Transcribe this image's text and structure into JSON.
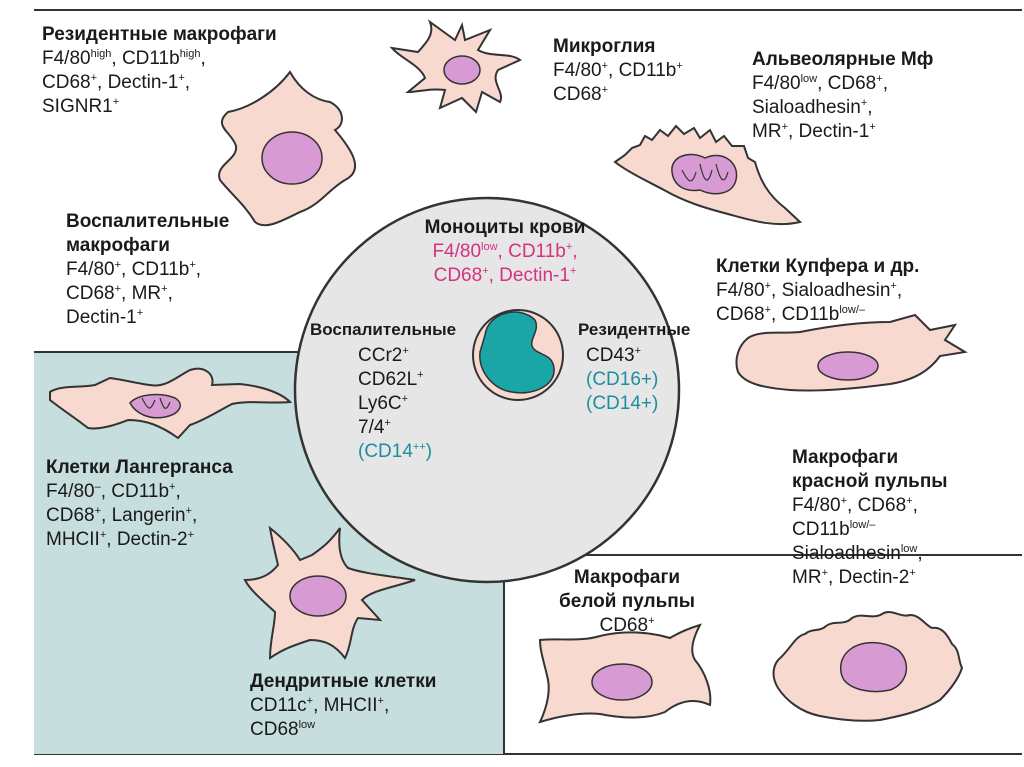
{
  "colors": {
    "cell_fill": "#f7d9cf",
    "nucleus_fill": "#d79ad2",
    "monocyte_nucleus": "#1aa6a6",
    "circle_fill": "#e6e6e6",
    "panel_fill": "#c6dedd",
    "pink_text": "#d6317e",
    "teal_text": "#1b8fa0"
  },
  "resident_macrophages": {
    "title": "Резидентные макрофаги",
    "l1a": "F4/80",
    "l1a_sup": "high",
    "l1b": ", CD11b",
    "l1b_sup": "high",
    "l1c": ",",
    "l2a": "CD68",
    "l2a_sup": "+",
    "l2b": ", Dectin-1",
    "l2b_sup": "+",
    "l2c": ",",
    "l3a": "SIGNR1",
    "l3a_sup": "+"
  },
  "microglia": {
    "title": "Микроглия",
    "l1a": "F4/80",
    "l1a_sup": "+",
    "l1b": ", CD11b",
    "l1b_sup": "+",
    "l2a": "CD68",
    "l2a_sup": "+"
  },
  "alveolar": {
    "title": "Альвеолярные Мф",
    "l1a": "F4/80",
    "l1a_sup": "low",
    "l1b": ", CD68",
    "l1b_sup": "+",
    "l1c": ",",
    "l2a": "Sialoadhesin",
    "l2a_sup": "+",
    "l2b": ",",
    "l3a": "MR",
    "l3a_sup": "+",
    "l3b": ", Dectin-1",
    "l3b_sup": "+"
  },
  "inflammatory_macrophages": {
    "title1": "Воспалительные",
    "title2": "макрофаги",
    "l1a": "F4/80",
    "l1a_sup": "+",
    "l1b": ", CD11b",
    "l1b_sup": "+",
    "l1c": ",",
    "l2a": "CD68",
    "l2a_sup": "+",
    "l2b": ", MR",
    "l2b_sup": "+",
    "l2c": ",",
    "l3a": "Dectin-1",
    "l3a_sup": "+"
  },
  "kupffer": {
    "title": "Клетки Купфера и др.",
    "l1a": "F4/80",
    "l1a_sup": "+",
    "l1b": ", Sialoadhesin",
    "l1b_sup": "+",
    "l1c": ",",
    "l2a": "CD68",
    "l2a_sup": "+",
    "l2b": ", CD11b",
    "l2b_sup": "low/–"
  },
  "blood_monocytes": {
    "title": "Моноциты крови",
    "l1a": "F4/80",
    "l1a_sup": "low",
    "l1b": ", CD11b",
    "l1b_sup": "+",
    "l1c": ",",
    "l2a": "CD68",
    "l2a_sup": "+",
    "l2b": ", Dectin-1",
    "l2b_sup": "+",
    "inflammatory": {
      "title": "Воспалительные",
      "m1": "CCr2",
      "m1_sup": "+",
      "m2": "CD62L",
      "m2_sup": "+",
      "m3": "Ly6C",
      "m3_sup": "+",
      "m4": "7/4",
      "m4_sup": "+",
      "m5a": "(CD14",
      "m5_sup": "++",
      "m5b": ")"
    },
    "resident": {
      "title": "Резидентные",
      "m1": "CD43",
      "m1_sup": "+",
      "m2": "(CD16+)",
      "m3": "(CD14+)"
    }
  },
  "langerhans": {
    "title": "Клетки Лангерганса",
    "l1a": "F4/80",
    "l1a_sup": "–",
    "l1b": ", CD11b",
    "l1b_sup": "+",
    "l1c": ",",
    "l2a": "CD68",
    "l2a_sup": "+",
    "l2b": ", Langerin",
    "l2b_sup": "+",
    "l2c": ",",
    "l3a": "MHCII",
    "l3a_sup": "+",
    "l3b": ", Dectin-2",
    "l3b_sup": "+"
  },
  "red_pulp": {
    "title1": "Макрофаги",
    "title2": "красной пульпы",
    "l1a": "F4/80",
    "l1a_sup": "+",
    "l1b": ", CD68",
    "l1b_sup": "+",
    "l1c": ",",
    "l2a": "CD11b",
    "l2a_sup": "low/–",
    "l3a": "Sialoadhesin",
    "l3a_sup": "low",
    "l3b": ",",
    "l4a": "MR",
    "l4a_sup": "+",
    "l4b": ", Dectin-2",
    "l4b_sup": "+"
  },
  "white_pulp": {
    "title1": "Макрофаги",
    "title2": "белой пульпы",
    "l1a": "CD68",
    "l1a_sup": "+"
  },
  "dendritic": {
    "title": "Дендритные клетки",
    "l1a": "CD11c",
    "l1a_sup": "+",
    "l1b": ", MHCII",
    "l1b_sup": "+",
    "l1c": ",",
    "l2a": "CD68",
    "l2a_sup": "low"
  }
}
